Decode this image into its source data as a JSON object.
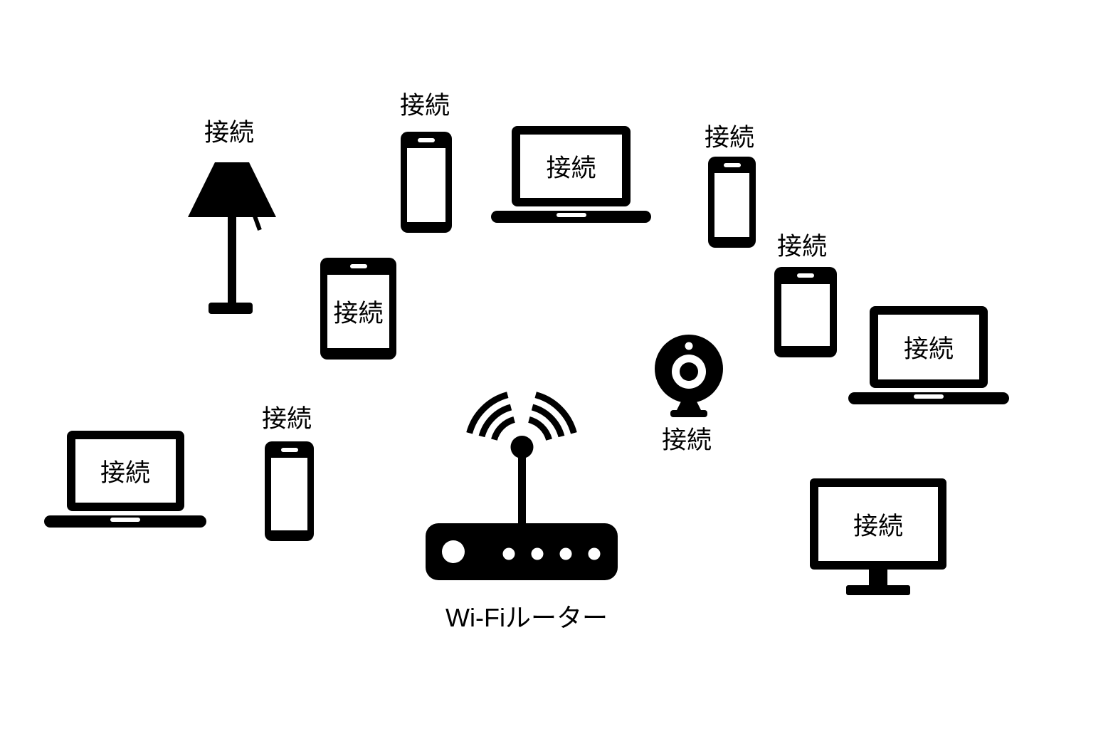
{
  "colors": {
    "background": "#ffffff",
    "icon": "#000000",
    "text": "#000000"
  },
  "router": {
    "label": "Wi-Fiルーター"
  },
  "devices": [
    {
      "name": "desk-lamp",
      "type": "lamp",
      "label": "接続",
      "label_position": "above"
    },
    {
      "name": "smartphone-top",
      "type": "smartphone",
      "label": "接続",
      "label_position": "above"
    },
    {
      "name": "laptop-top",
      "type": "laptop",
      "label": "接続",
      "label_position": "on-screen"
    },
    {
      "name": "smartphone-upper-right",
      "type": "smartphone",
      "label": "接続",
      "label_position": "above"
    },
    {
      "name": "tablet-left",
      "type": "tablet",
      "label": "接続",
      "label_position": "on-screen"
    },
    {
      "name": "tablet-right",
      "type": "tablet",
      "label": "接続",
      "label_position": "above"
    },
    {
      "name": "laptop-right",
      "type": "laptop",
      "label": "接続",
      "label_position": "on-screen"
    },
    {
      "name": "webcam",
      "type": "webcam",
      "label": "接続",
      "label_position": "below"
    },
    {
      "name": "laptop-bottom-left",
      "type": "laptop",
      "label": "接続",
      "label_position": "on-screen"
    },
    {
      "name": "smartphone-bottom",
      "type": "smartphone",
      "label": "接続",
      "label_position": "above"
    },
    {
      "name": "monitor",
      "type": "monitor",
      "label": "接続",
      "label_position": "on-screen"
    }
  ]
}
